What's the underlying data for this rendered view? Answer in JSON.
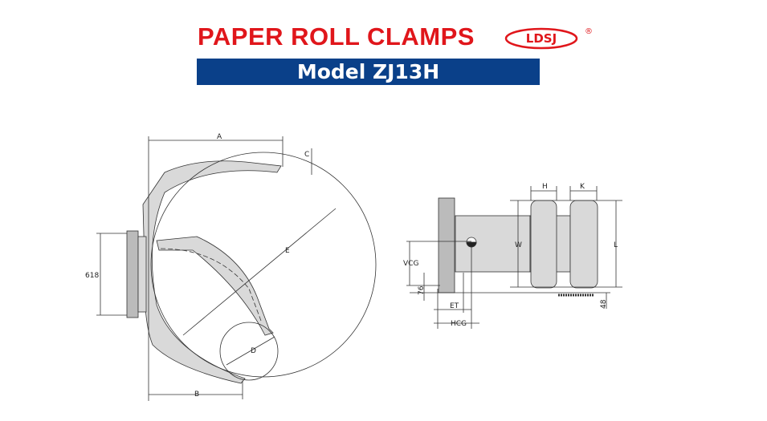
{
  "header": {
    "title": "PAPER ROLL CLAMPS",
    "model": "Model ZJ13H",
    "logo_text": "LDSJ",
    "logo_mark": "®"
  },
  "colors": {
    "title_red": "#e0161b",
    "banner_blue": "#0a4089",
    "part_gray": "#d9d9d9"
  },
  "side_view": {
    "labels": {
      "a": "A",
      "b": "B",
      "c": "C",
      "e": "E",
      "d": "D",
      "height": "618"
    }
  },
  "front_view": {
    "labels": {
      "h": "H",
      "k": "K",
      "w": "W",
      "l": "L",
      "vcg": "VCG",
      "offset": "76",
      "et": "ET",
      "hcg": "HCG",
      "ground": "48"
    }
  }
}
